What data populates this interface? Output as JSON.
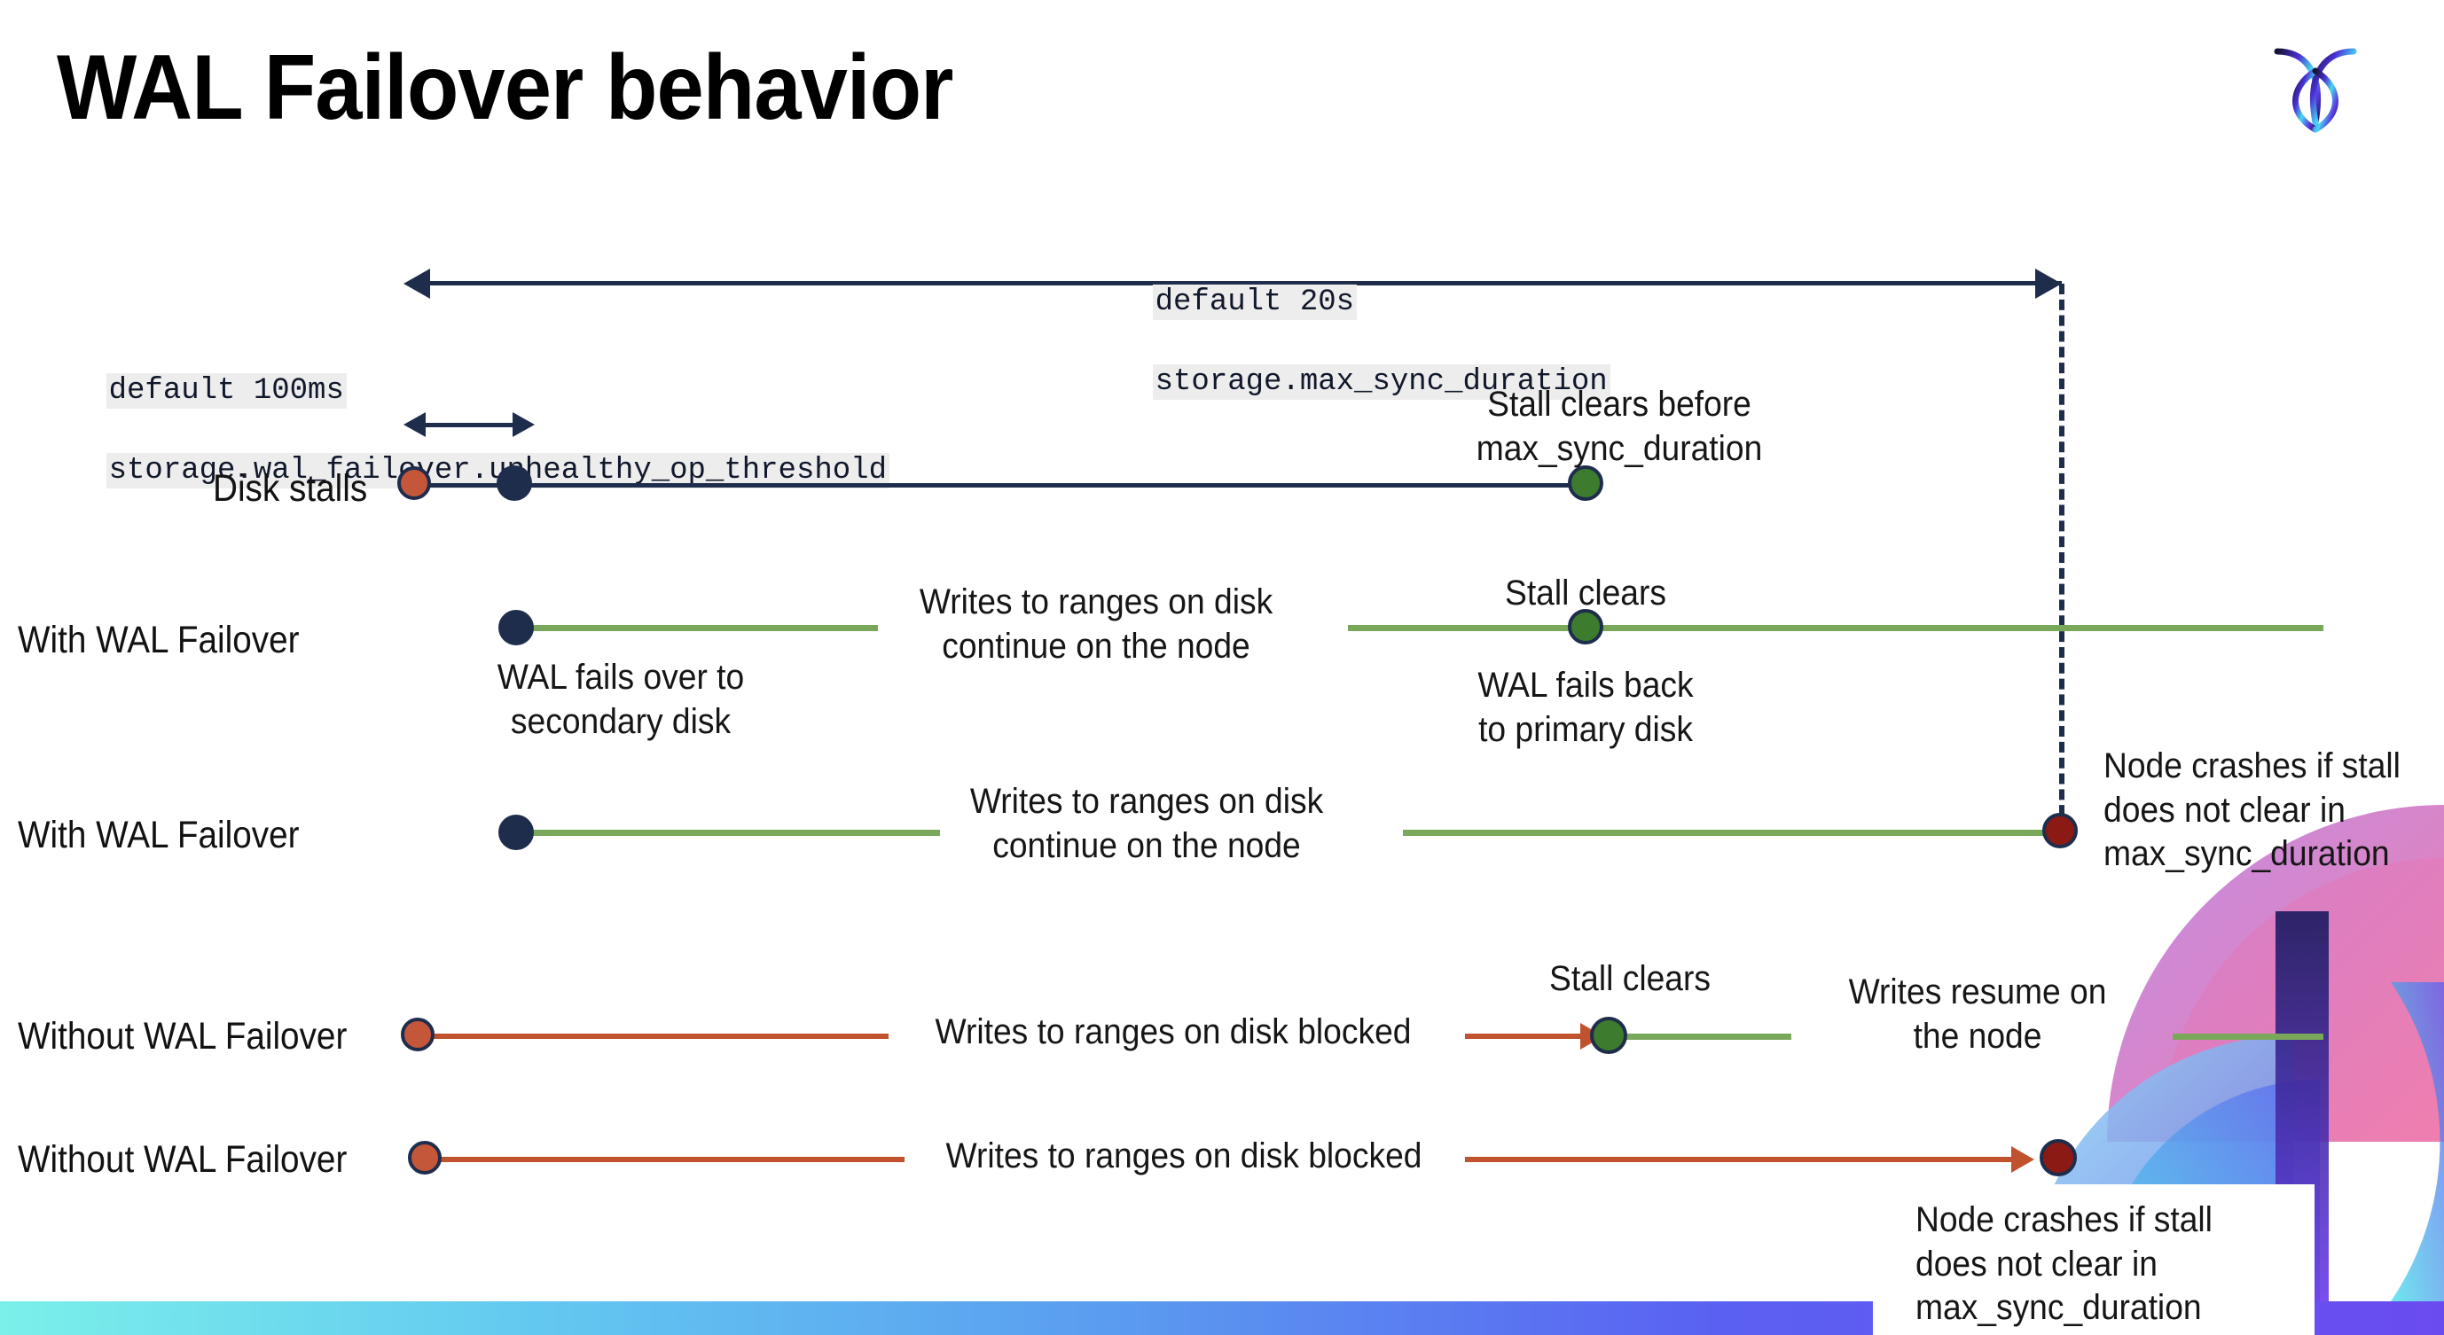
{
  "slide": {
    "title": "WAL Failover behavior",
    "logo_name": "cockroachdb-logo"
  },
  "settings": {
    "max_sync_duration": {
      "default_line": "default 20s",
      "name_line": "storage.max_sync_duration"
    },
    "unhealthy_op_threshold": {
      "default_line": "default 100ms",
      "name_line": "storage.wal_failover.unhealthy_op_threshold"
    }
  },
  "rows": [
    {
      "label": "Disk stalls",
      "notes": [
        "Stall clears before\nmax_sync_duration"
      ]
    },
    {
      "label": "With WAL Failover",
      "notes": [
        "Writes to ranges on disk\ncontinue on the node",
        "Stall clears",
        "WAL fails over to\nsecondary disk",
        "WAL fails  back\nto primary disk"
      ]
    },
    {
      "label": "With WAL Failover",
      "notes": [
        "Writes to ranges on disk\ncontinue on the node",
        "Node crashes if stall\ndoes not clear in\nmax_sync_duration"
      ]
    },
    {
      "label": "Without WAL Failover",
      "notes": [
        "Writes to ranges on disk  blocked",
        "Stall clears",
        "Writes resume on\nthe node"
      ]
    },
    {
      "label": "Without WAL Failover",
      "notes": [
        "Writes to ranges on disk  blocked",
        "Node crashes if stall\ndoes not clear in\nmax_sync_duration"
      ]
    }
  ],
  "colors": {
    "navy": "#1f2d4d",
    "orange": "#c4563a",
    "green_dot": "#3d7b2e",
    "green_line": "#7aa85a",
    "rust_line": "#c0522f",
    "dark_red": "#8b1a14",
    "code_bg": "#ededed"
  }
}
